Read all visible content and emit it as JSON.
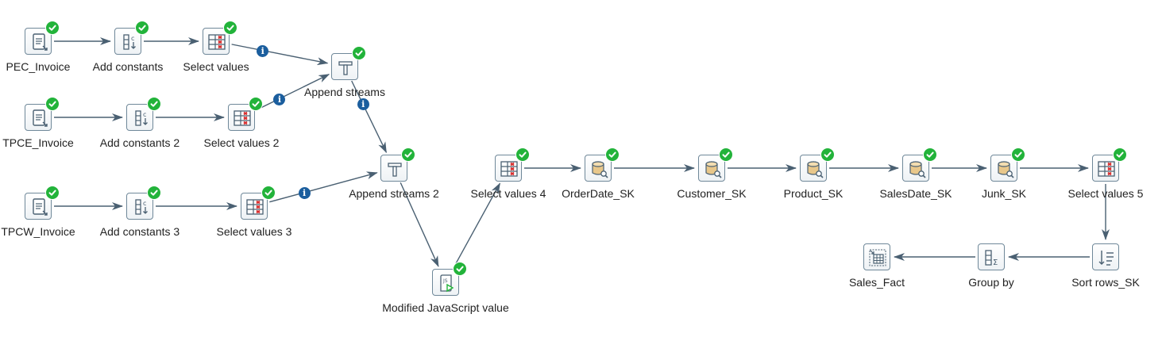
{
  "colors": {
    "hop": "#4a6072",
    "icon_border": "#6f8899",
    "ok_badge": "#22b33a",
    "info_badge": "#1b5e9e",
    "delete_mark": "#d82b2b",
    "db_fill": "#e8c78a"
  },
  "steps": [
    {
      "id": "pec_invoice",
      "label": "PEC_Invoice",
      "icon": "text-file-input-icon",
      "status": "ok"
    },
    {
      "id": "add_constants",
      "label": "Add constants",
      "icon": "add-constants-icon",
      "status": "ok"
    },
    {
      "id": "select_values",
      "label": "Select values",
      "icon": "select-values-icon",
      "status": "ok"
    },
    {
      "id": "tpce_invoice",
      "label": "TPCE_Invoice",
      "icon": "text-file-input-icon",
      "status": "ok"
    },
    {
      "id": "add_constants_2",
      "label": "Add constants 2",
      "icon": "add-constants-icon",
      "status": "ok"
    },
    {
      "id": "select_values_2",
      "label": "Select values 2",
      "icon": "select-values-icon",
      "status": "ok"
    },
    {
      "id": "append_streams",
      "label": "Append streams",
      "icon": "append-streams-icon",
      "status": "ok"
    },
    {
      "id": "tpcw_invoice",
      "label": "TPCW_Invoice",
      "icon": "text-file-input-icon",
      "status": "ok"
    },
    {
      "id": "add_constants_3",
      "label": "Add constants 3",
      "icon": "add-constants-icon",
      "status": "ok"
    },
    {
      "id": "select_values_3",
      "label": "Select values 3",
      "icon": "select-values-icon",
      "status": "ok"
    },
    {
      "id": "append_streams_2",
      "label": "Append streams 2",
      "icon": "append-streams-icon",
      "status": "ok"
    },
    {
      "id": "modified_js",
      "label": "Modified JavaScript value",
      "icon": "javascript-icon",
      "status": "ok"
    },
    {
      "id": "select_values_4",
      "label": "Select values 4",
      "icon": "select-values-icon",
      "status": "ok"
    },
    {
      "id": "orderdate_sk",
      "label": "OrderDate_SK",
      "icon": "database-lookup-icon",
      "status": "ok"
    },
    {
      "id": "customer_sk",
      "label": "Customer_SK",
      "icon": "database-lookup-icon",
      "status": "ok"
    },
    {
      "id": "product_sk",
      "label": "Product_SK",
      "icon": "database-lookup-icon",
      "status": "ok"
    },
    {
      "id": "salesdate_sk",
      "label": "SalesDate_SK",
      "icon": "database-lookup-icon",
      "status": "ok"
    },
    {
      "id": "junk_sk",
      "label": "Junk_SK",
      "icon": "database-lookup-icon",
      "status": "ok"
    },
    {
      "id": "select_values_5",
      "label": "Select values 5",
      "icon": "select-values-icon",
      "status": "ok"
    },
    {
      "id": "sort_rows_sk",
      "label": "Sort rows_SK",
      "icon": "sort-rows-icon",
      "status": "none"
    },
    {
      "id": "group_by",
      "label": "Group by",
      "icon": "group-by-icon",
      "status": "none"
    },
    {
      "id": "sales_fact",
      "label": "Sales_Fact",
      "icon": "table-output-icon",
      "status": "none"
    }
  ],
  "hops": [
    {
      "from": "pec_invoice",
      "to": "add_constants",
      "info": false
    },
    {
      "from": "add_constants",
      "to": "select_values",
      "info": false
    },
    {
      "from": "select_values",
      "to": "append_streams",
      "info": true
    },
    {
      "from": "tpce_invoice",
      "to": "add_constants_2",
      "info": false
    },
    {
      "from": "add_constants_2",
      "to": "select_values_2",
      "info": false
    },
    {
      "from": "select_values_2",
      "to": "append_streams",
      "info": true
    },
    {
      "from": "append_streams",
      "to": "append_streams_2",
      "info": true
    },
    {
      "from": "tpcw_invoice",
      "to": "add_constants_3",
      "info": false
    },
    {
      "from": "add_constants_3",
      "to": "select_values_3",
      "info": false
    },
    {
      "from": "select_values_3",
      "to": "append_streams_2",
      "info": true
    },
    {
      "from": "append_streams_2",
      "to": "modified_js",
      "info": false
    },
    {
      "from": "modified_js",
      "to": "select_values_4",
      "info": false
    },
    {
      "from": "select_values_4",
      "to": "orderdate_sk",
      "info": false
    },
    {
      "from": "orderdate_sk",
      "to": "customer_sk",
      "info": false
    },
    {
      "from": "customer_sk",
      "to": "product_sk",
      "info": false
    },
    {
      "from": "product_sk",
      "to": "salesdate_sk",
      "info": false
    },
    {
      "from": "salesdate_sk",
      "to": "junk_sk",
      "info": false
    },
    {
      "from": "junk_sk",
      "to": "select_values_5",
      "info": false
    },
    {
      "from": "select_values_5",
      "to": "sort_rows_sk",
      "info": false
    },
    {
      "from": "sort_rows_sk",
      "to": "group_by",
      "info": false
    },
    {
      "from": "group_by",
      "to": "sales_fact",
      "info": false
    }
  ]
}
